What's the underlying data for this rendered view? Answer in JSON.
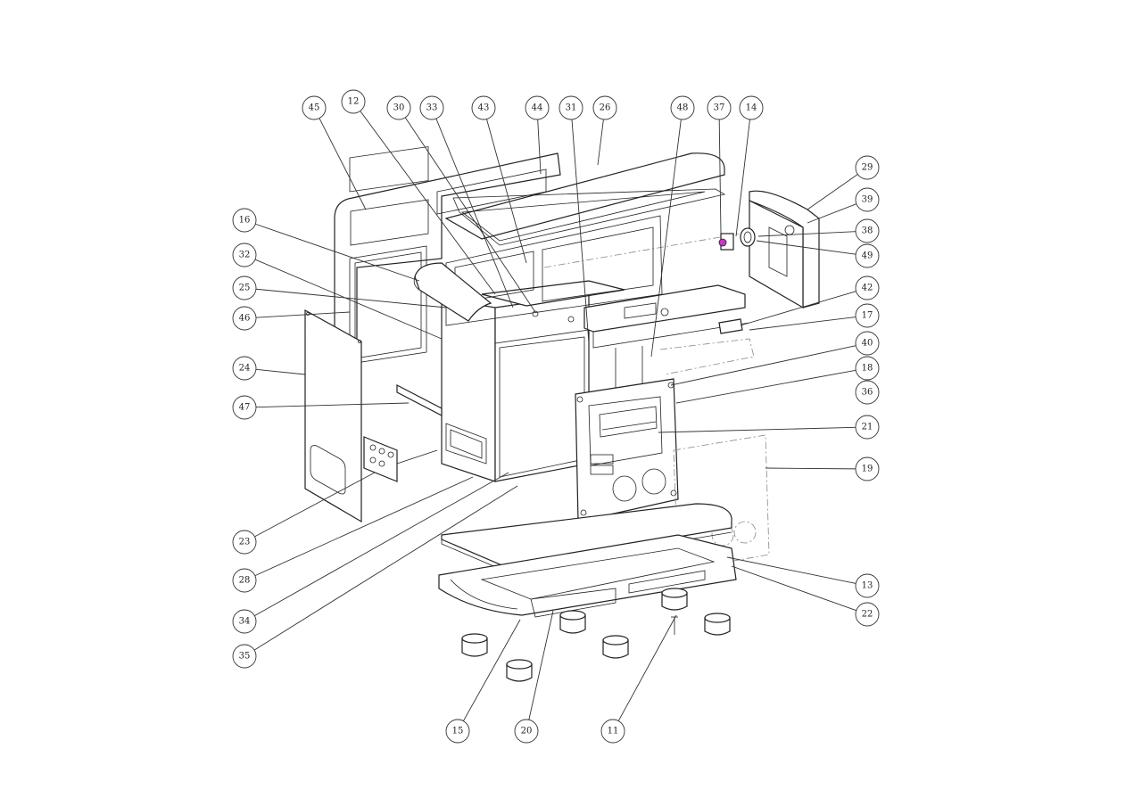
{
  "diagram": {
    "callouts": [
      "45",
      "12",
      "30",
      "33",
      "43",
      "44",
      "31",
      "26",
      "48",
      "37",
      "14",
      "29",
      "39",
      "38",
      "49",
      "42",
      "17",
      "40",
      "18",
      "36",
      "21",
      "19",
      "16",
      "32",
      "25",
      "46",
      "24",
      "47",
      "23",
      "28",
      "34",
      "35",
      "13",
      "22",
      "15",
      "20",
      "11"
    ]
  },
  "colors": {
    "line": "#222222",
    "accent": "#cc33cc"
  }
}
